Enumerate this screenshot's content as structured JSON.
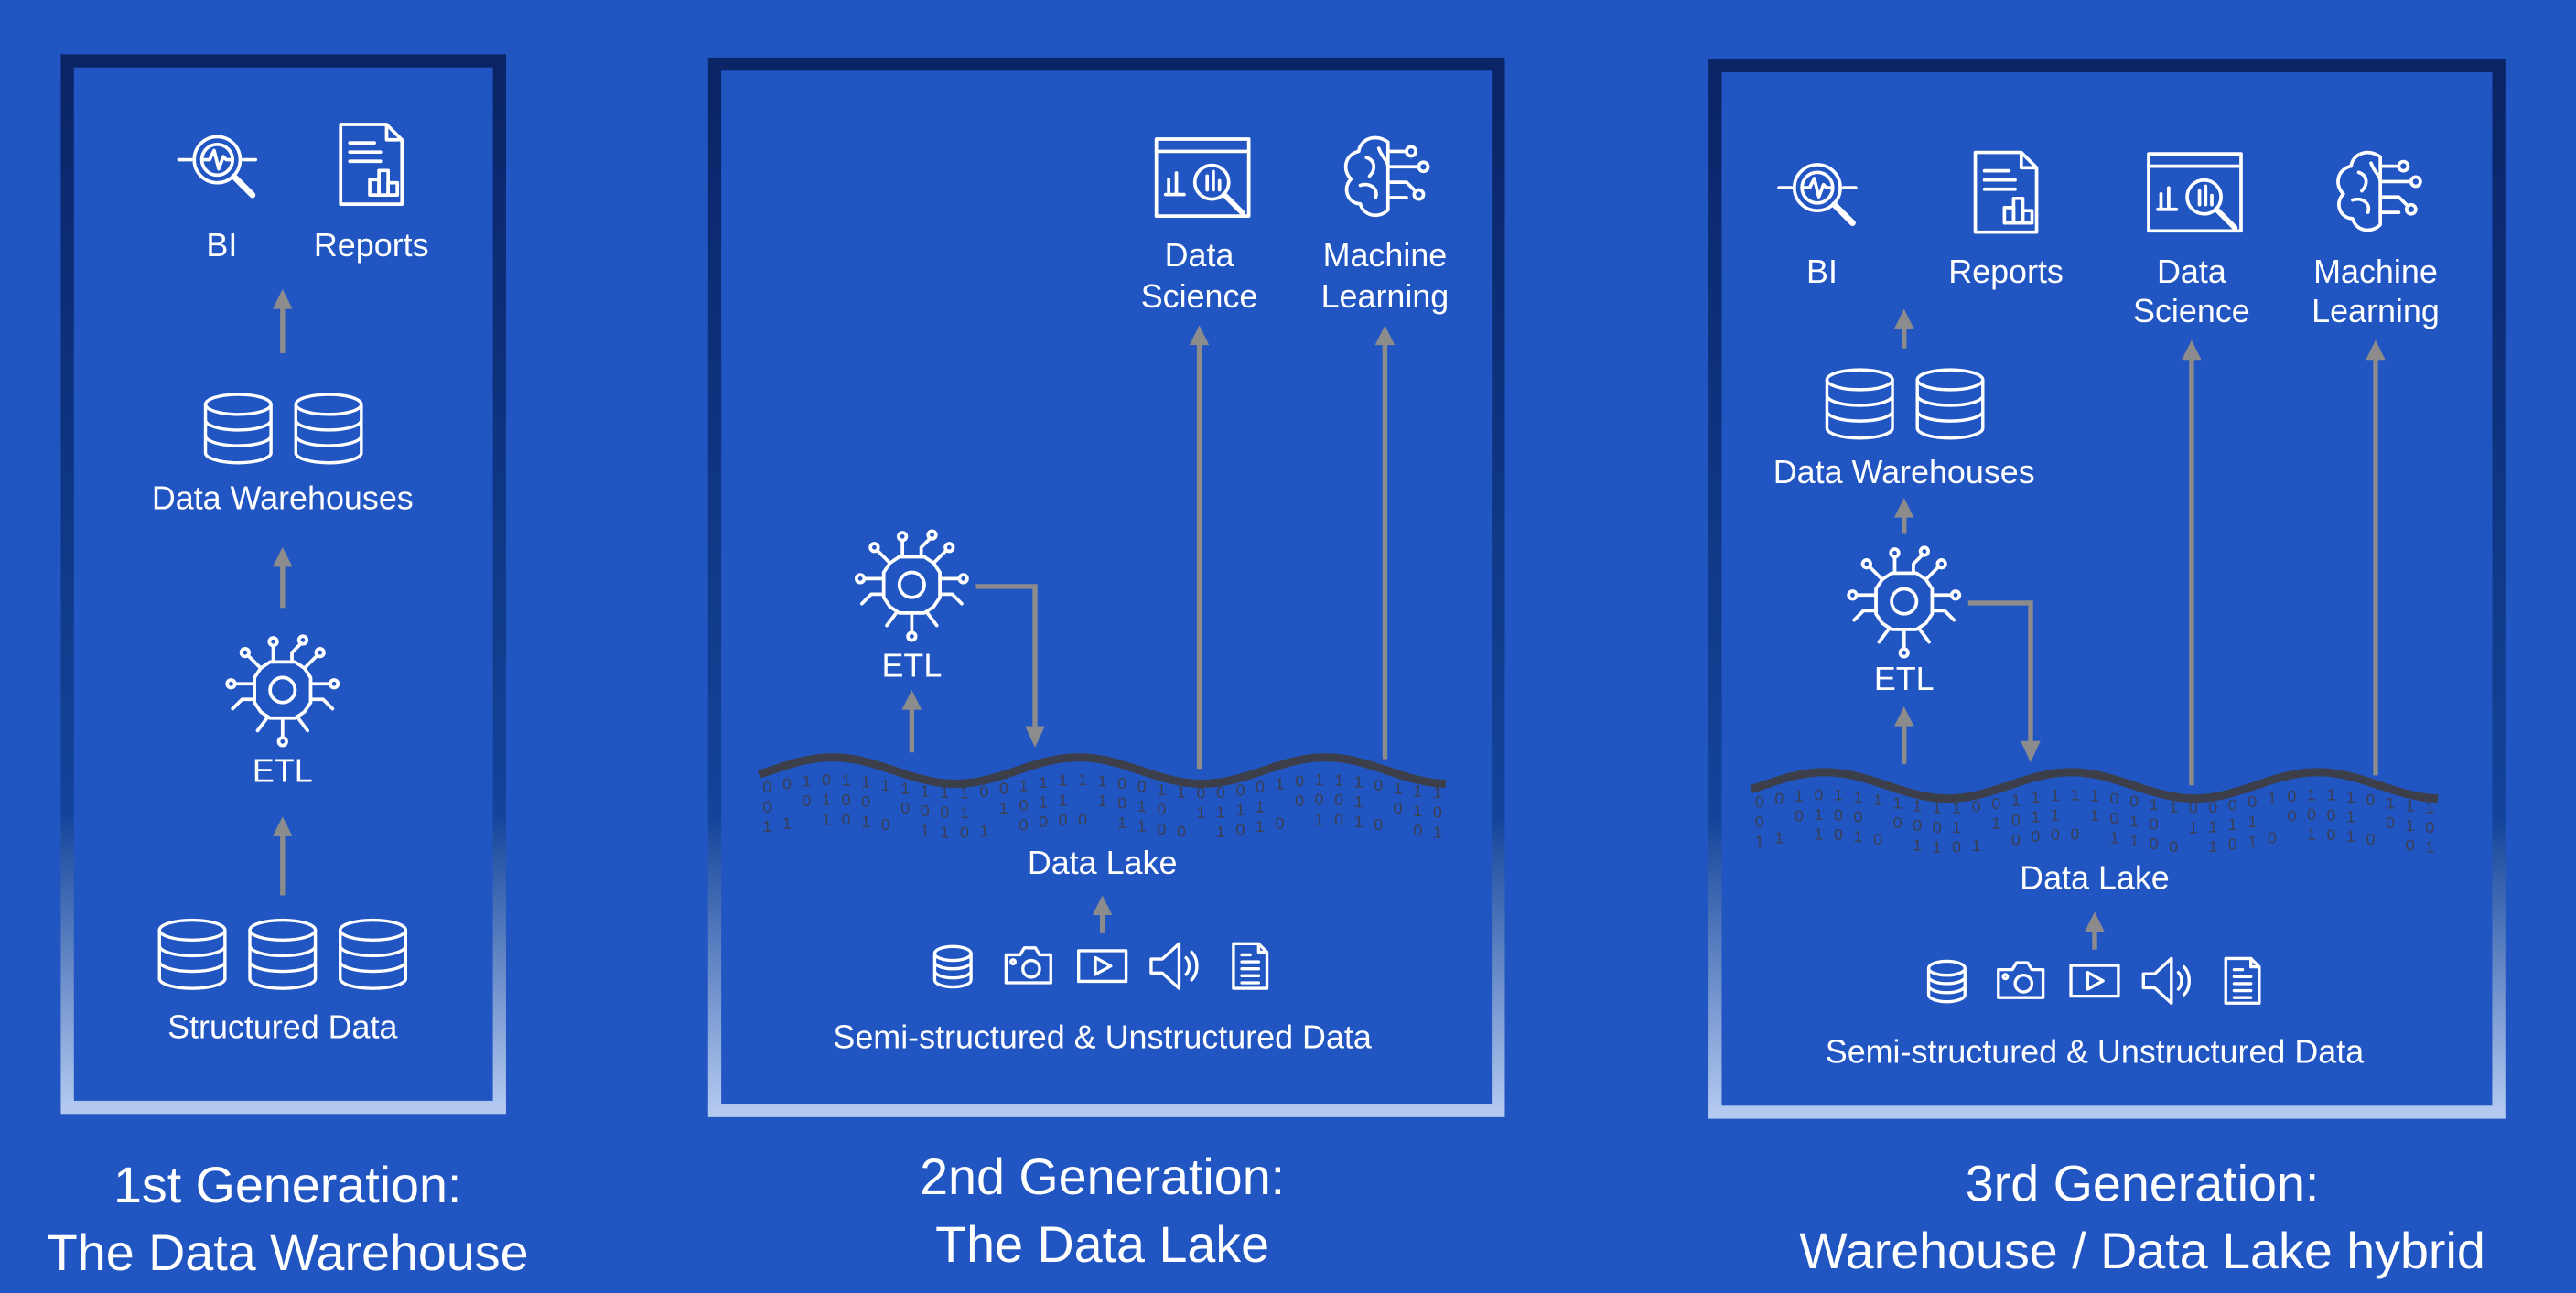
{
  "colors": {
    "background": "#2155c2",
    "border_top": "#0a2466",
    "border_bottom": "#b3c9f0",
    "arrow": "#8c8c8c",
    "wave": "#3c3f4a"
  },
  "lake_bits": "0010110011100101101010110111001011001101101011001011100100101101001110",
  "gen1": {
    "bi": "BI",
    "reports": "Reports",
    "warehouses": "Data Warehouses",
    "etl": "ETL",
    "structured": "Structured Data",
    "title1": "1st Generation:",
    "title2": "The Data Warehouse"
  },
  "gen2": {
    "data_science": [
      "Data",
      "Science"
    ],
    "ml": [
      "Machine",
      "Learning"
    ],
    "etl": "ETL",
    "lake": "Data Lake",
    "sources": "Semi-structured & Unstructured Data",
    "title1": "2nd Generation:",
    "title2": "The Data Lake"
  },
  "gen3": {
    "bi": "BI",
    "reports": "Reports",
    "data_science": [
      "Data",
      "Science"
    ],
    "ml": [
      "Machine",
      "Learning"
    ],
    "warehouses": "Data Warehouses",
    "etl": "ETL",
    "lake": "Data Lake",
    "sources": "Semi-structured & Unstructured Data",
    "title1": "3rd Generation:",
    "title2": "Warehouse / Data Lake hybrid"
  }
}
